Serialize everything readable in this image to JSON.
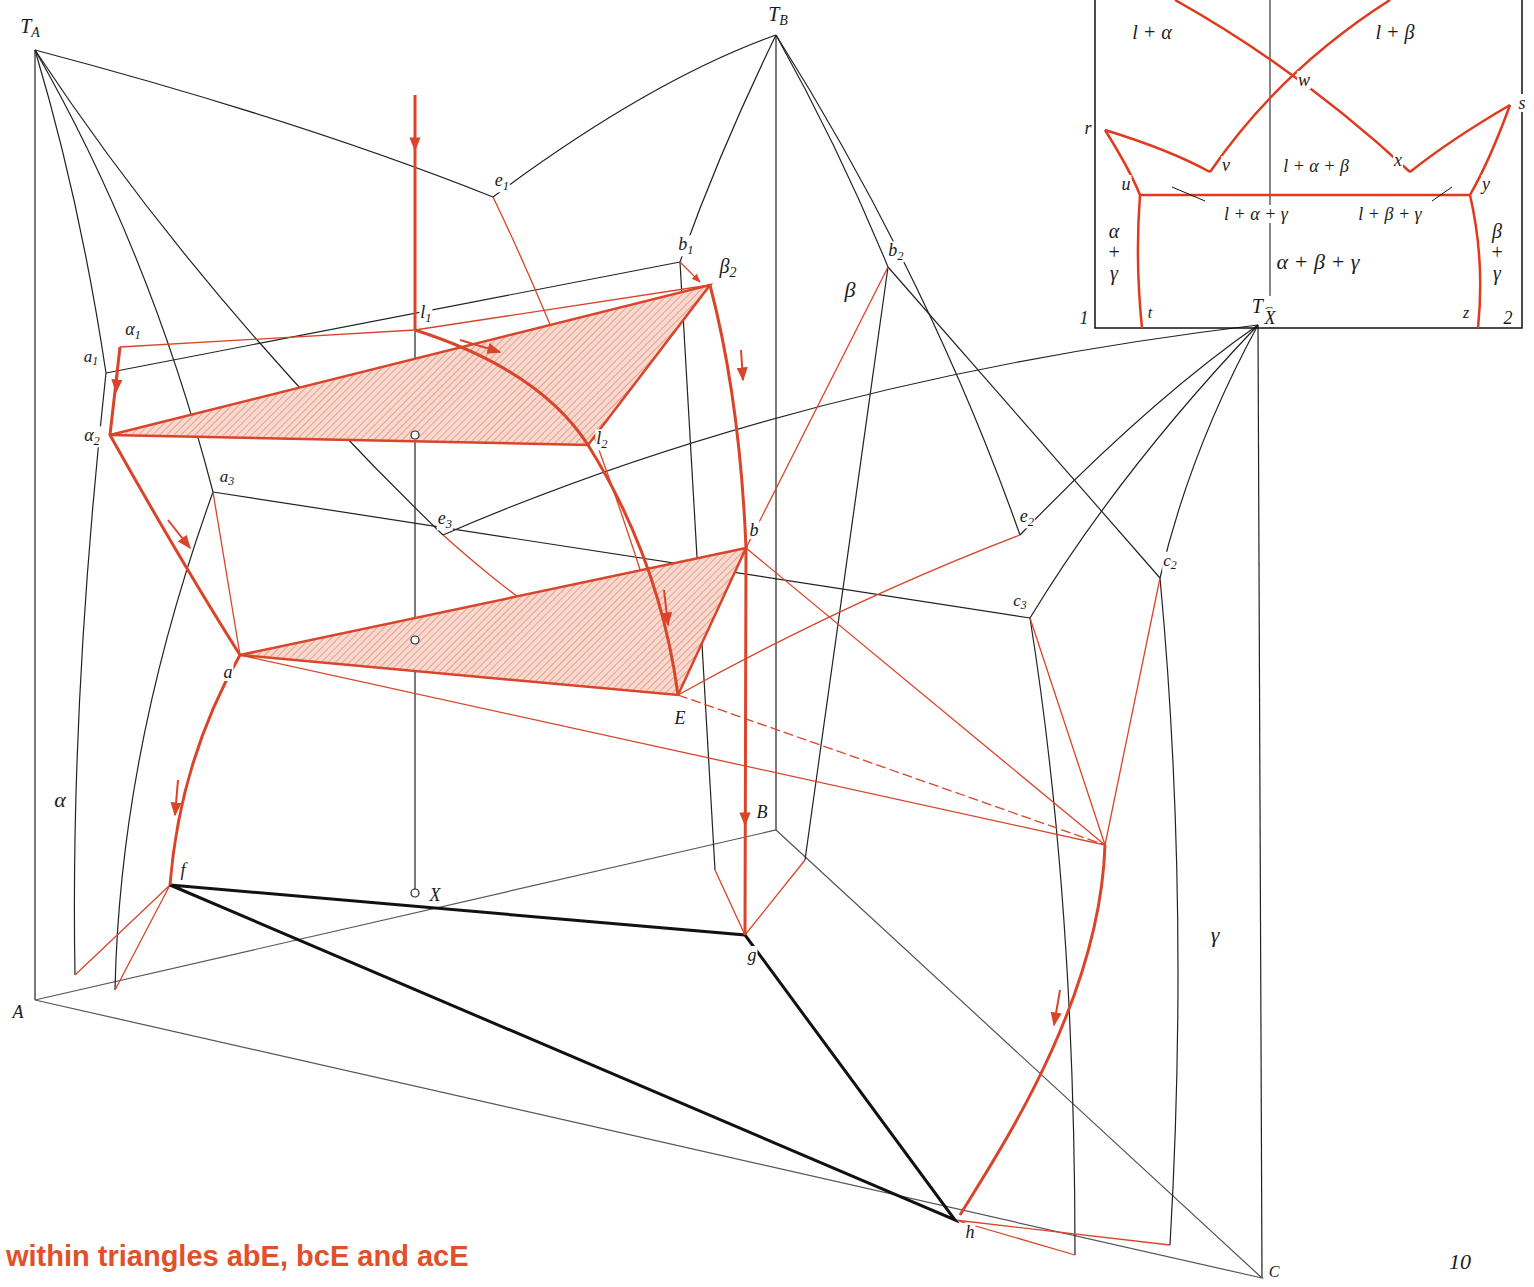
{
  "diagram": {
    "caption": "within triangles abE, bcE and acE",
    "labels": [
      "TA",
      "TB",
      "TC",
      "e1",
      "e2",
      "e3",
      "b1",
      "b2",
      "β2",
      "α1",
      "a1",
      "α2",
      "a3",
      "l1",
      "l2",
      "β",
      "b",
      "E",
      "a",
      "c3",
      "c2",
      "α",
      "B",
      "g",
      "γ",
      "f",
      "X",
      "A",
      "h",
      "C",
      "l + α",
      "w",
      "l + β",
      "r",
      "s",
      "v",
      "l + α + β",
      "x",
      "u",
      "y",
      "l + α + γ",
      "l + β + γ",
      "α + γ",
      "β + γ",
      "α + β + γ",
      "1",
      "t",
      "X",
      "z",
      "2",
      "10"
    ]
  }
}
